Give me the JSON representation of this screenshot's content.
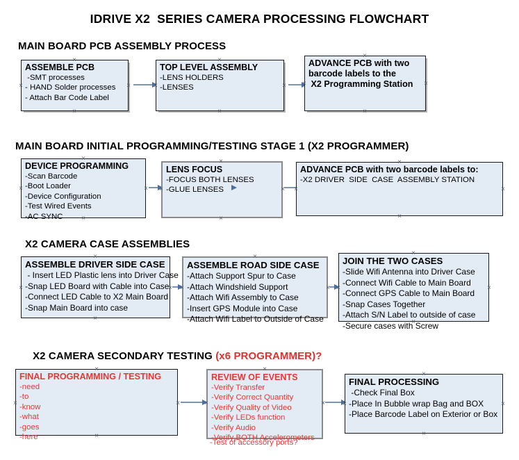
{
  "document": {
    "title": "IDRIVE X2  SERIES CAMERA PROCESSING FLOWCHART",
    "background_color": "#ffffff",
    "box_fill_color": "#e3ebf5",
    "box_border_color": "#1a1a1a",
    "arrow_color": "#4a6fa5",
    "accent_red": "#e23a35"
  },
  "sections": [
    {
      "heading": "MAIN BOARD PCB ASSEMBLY PROCESS",
      "heading_accent": "",
      "nodes": [
        {
          "title": "ASSEMBLE PCB",
          "lines": [
            " -SMT processes",
            "- HAND Solder processes",
            "- Attach Bar Code Label"
          ]
        },
        {
          "title": "TOP LEVEL ASSEMBLY",
          "lines": [
            "-LENS HOLDERS",
            "-LENSES"
          ]
        },
        {
          "title": "ADVANCE PCB with two",
          "lines": [
            "barcode labels to the",
            " X2 Programming Station"
          ]
        }
      ]
    },
    {
      "heading": "MAIN BOARD INITIAL PROGRAMMING/TESTING STAGE 1 (X2 PROGRAMMER)",
      "heading_accent": "",
      "nodes": [
        {
          "title": "DEVICE PROGRAMMING",
          "lines": [
            "-Scan Barcode",
            "-Boot Loader",
            "-Device Configuration",
            "-Test Wired Events",
            "-AC SYNC"
          ]
        },
        {
          "title": "LENS FOCUS",
          "lines": [
            "-FOCUS BOTH LENSES",
            "-GLUE LENSES"
          ]
        },
        {
          "title": "ADVANCE PCB with two barcode labels to:",
          "lines": [
            "-X2 DRIVER  SIDE  CASE  ASSEMBLY STATION"
          ]
        }
      ]
    },
    {
      "heading": "X2 CAMERA CASE ASSEMBLIES",
      "heading_accent": "",
      "nodes": [
        {
          "title": "ASSEMBLE DRIVER SIDE CASE",
          "lines": [
            " - Insert LED Plastic lens into Driver Case",
            "-Snap LED Board with Cable into Case",
            "-Connect LED Cable to X2 Main Board",
            "-Snap Main Board into case"
          ]
        },
        {
          "title": "ASSEMBLE ROAD SIDE CASE",
          "lines": [
            "-Attach Support Spur to Case",
            "-Attach Windshield Support",
            "-Attach Wifi Assembly to Case",
            "-Insert GPS Module into Case",
            "-Attach Wifi Label to Outside of Case"
          ]
        },
        {
          "title": "JOIN THE TWO CASES",
          "lines": [
            "-Slide Wifi Antenna into Driver Case",
            "-Connect Wifi Cable to Main Board",
            "-Connect GPS Cable to Main Board",
            "-Snap Cases Together",
            "-Attach S/N Label to outside of case",
            "-Secure cases with Screw"
          ]
        }
      ]
    },
    {
      "heading": "X2 CAMERA SECONDARY TESTING ",
      "heading_accent": "(x6 PROGRAMMER)?",
      "nodes": [
        {
          "title": "FINAL PROGRAMMING / TESTING",
          "lines": [
            "-need",
            "-to",
            "-know",
            "-what",
            "-goes",
            "-here"
          ]
        },
        {
          "title": "REVIEW OF EVENTS",
          "lines": [
            "-Verify Transfer",
            "-Verify Correct Quantity",
            "-Verify Quality of Video",
            "-Verify LEDs function",
            "-Verify Audio",
            "-Verify BOTH Accelerometers"
          ],
          "overflow_line": "-Test of accessory ports?"
        },
        {
          "title": "FINAL PROCESSING",
          "lines": [
            " -Check Final Box",
            "-Place In Bubble wrap Bag and BOX",
            "-Place Barcode Label on Exterior or Box"
          ]
        }
      ]
    }
  ]
}
